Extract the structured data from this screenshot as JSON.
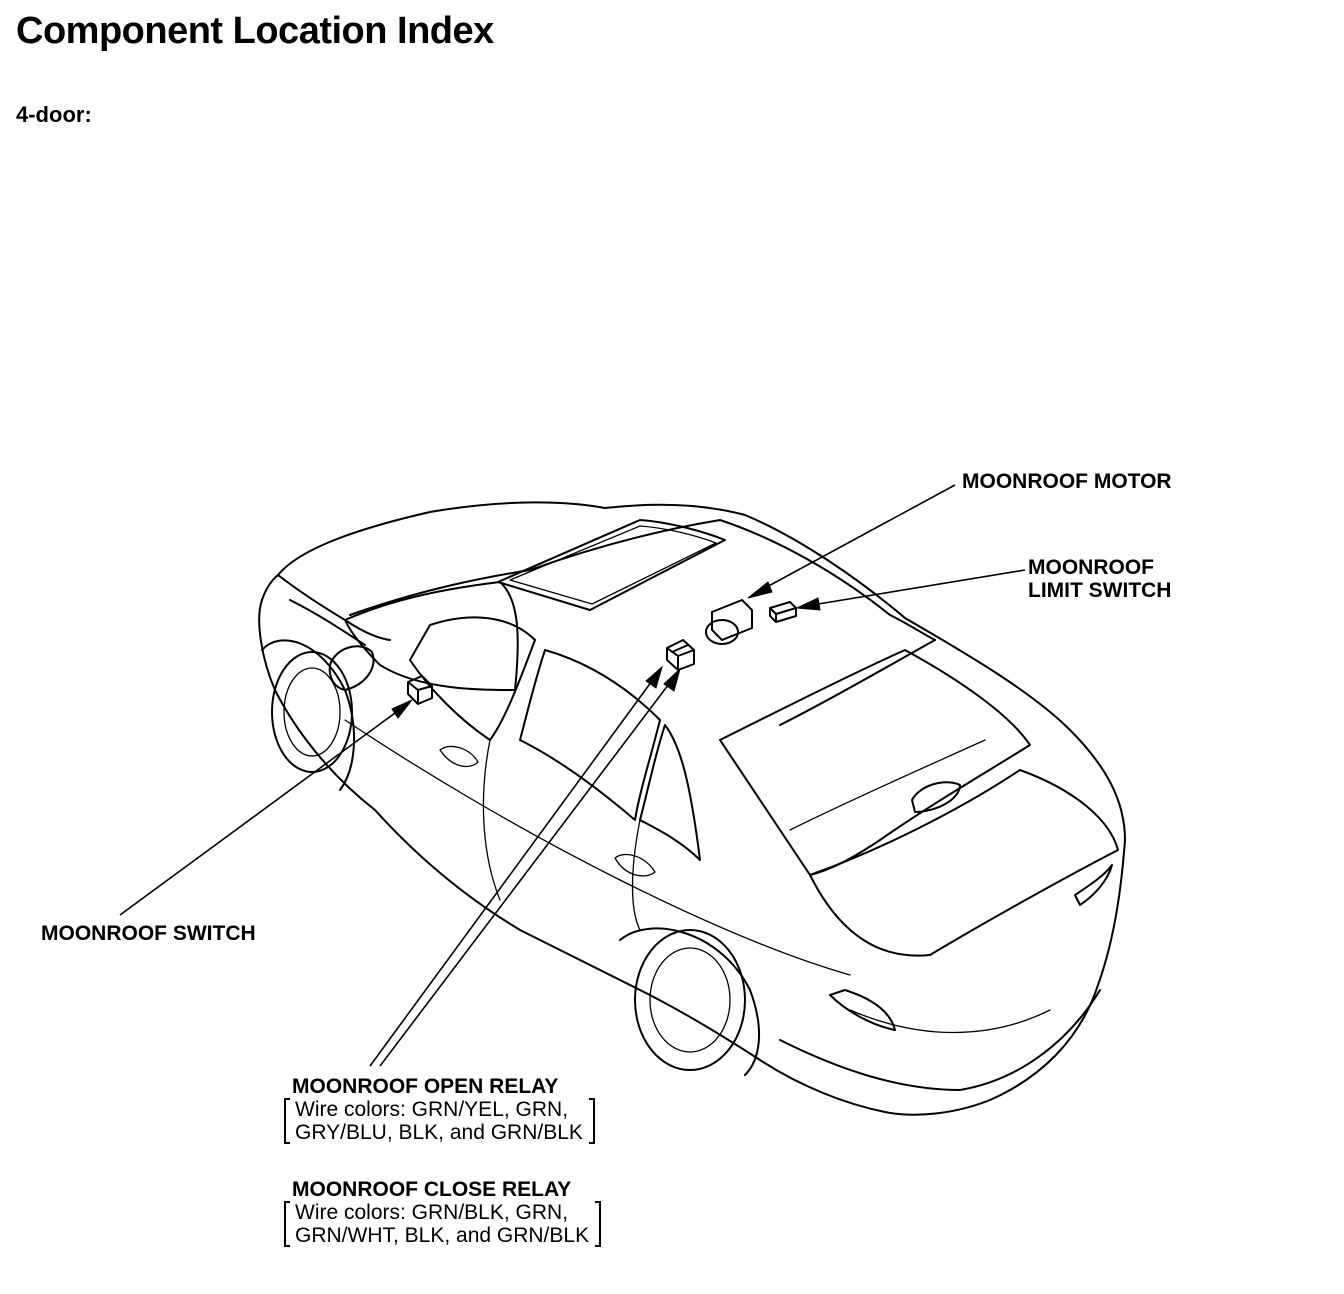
{
  "page": {
    "title": "Component Location Index",
    "subtitle": "4-door:"
  },
  "labels": {
    "moonroof_motor": "MOONROOF MOTOR",
    "moonroof_limit_switch_line1": "MOONROOF",
    "moonroof_limit_switch_line2": "LIMIT SWITCH",
    "moonroof_switch": "MOONROOF SWITCH"
  },
  "relays": {
    "open": {
      "title": "MOONROOF OPEN RELAY",
      "wire_line1": "Wire colors: GRN/YEL, GRN,",
      "wire_line2": "GRY/BLU, BLK, and GRN/BLK"
    },
    "close": {
      "title": "MOONROOF CLOSE RELAY",
      "wire_line1": "Wire colors: GRN/BLK, GRN,",
      "wire_line2": "GRN/WHT, BLK, and GRN/BLK"
    }
  }
}
